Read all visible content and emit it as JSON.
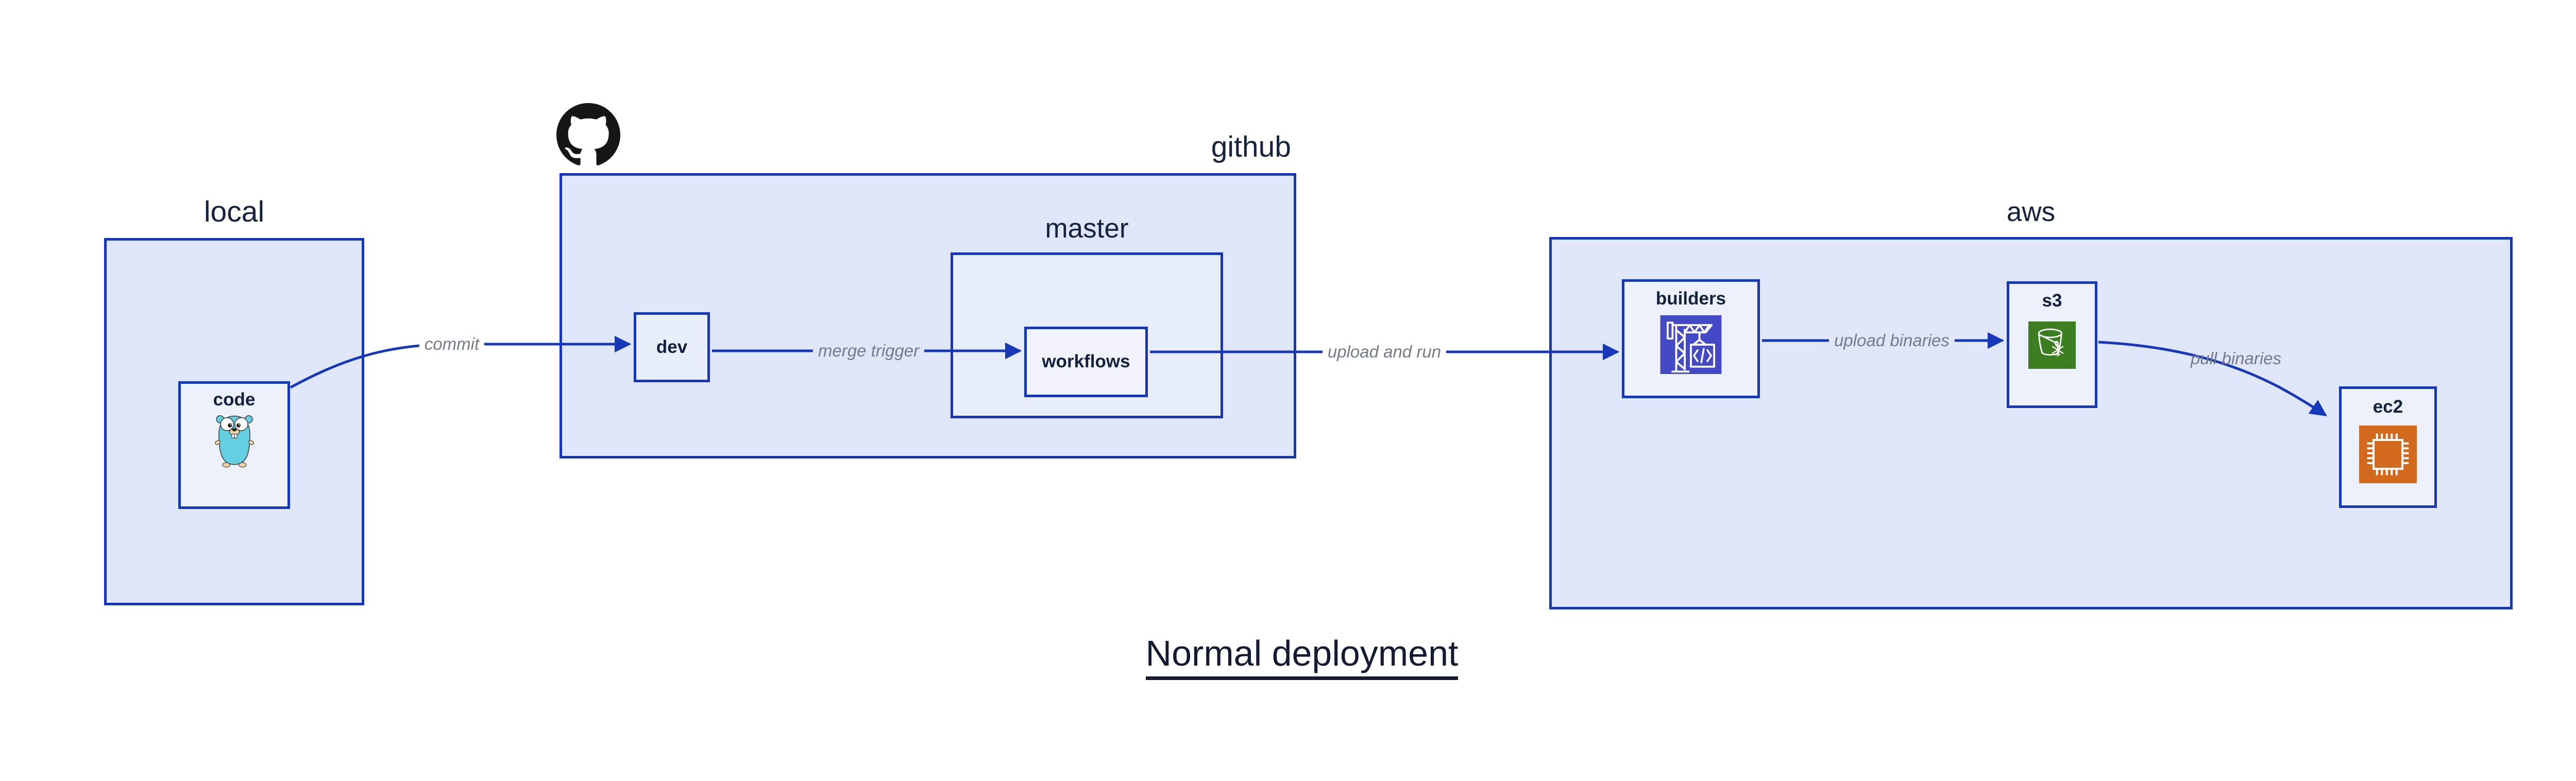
{
  "diagram_title": "Normal deployment",
  "containers": {
    "local": {
      "label": "local"
    },
    "github": {
      "label": "github",
      "logo": "github-octocat-logo"
    },
    "master": {
      "label": "master"
    },
    "aws": {
      "label": "aws"
    }
  },
  "nodes": {
    "code": {
      "label": "code",
      "icon": "go-gopher-icon"
    },
    "dev": {
      "label": "dev"
    },
    "workflows": {
      "label": "workflows"
    },
    "builders": {
      "label": "builders",
      "icon": "aws-codebuild-crane-icon"
    },
    "s3": {
      "label": "s3",
      "icon": "aws-s3-bucket-icon"
    },
    "ec2": {
      "label": "ec2",
      "icon": "aws-ec2-chip-icon"
    }
  },
  "edges": {
    "commit": {
      "label": "commit",
      "from": "code",
      "to": "dev"
    },
    "merge_trigger": {
      "label": "merge trigger",
      "from": "dev",
      "to": "workflows"
    },
    "upload_and_run": {
      "label": "upload and run",
      "from": "workflows",
      "to": "builders"
    },
    "upload_binaries": {
      "label": "upload binaries",
      "from": "builders",
      "to": "s3"
    },
    "pull_binaries": {
      "label": "pull binaries",
      "from": "s3",
      "to": "ec2"
    }
  },
  "colors": {
    "border_and_arrow_blue": "#1537b8",
    "container_fill": "#dfe6f9",
    "master_fill": "#e8edfb",
    "node_fill": "#edf1fc",
    "workflows_fill": "#f1f4fd",
    "text_navy": "#16213e",
    "edge_label_gray": "#757b8c",
    "github_black": "#171515",
    "codebuild_indigo": "#4449c6",
    "s3_green": "#3c7d1f",
    "ec2_orange": "#d2691c",
    "gopher_teal": "#63cfe0"
  }
}
